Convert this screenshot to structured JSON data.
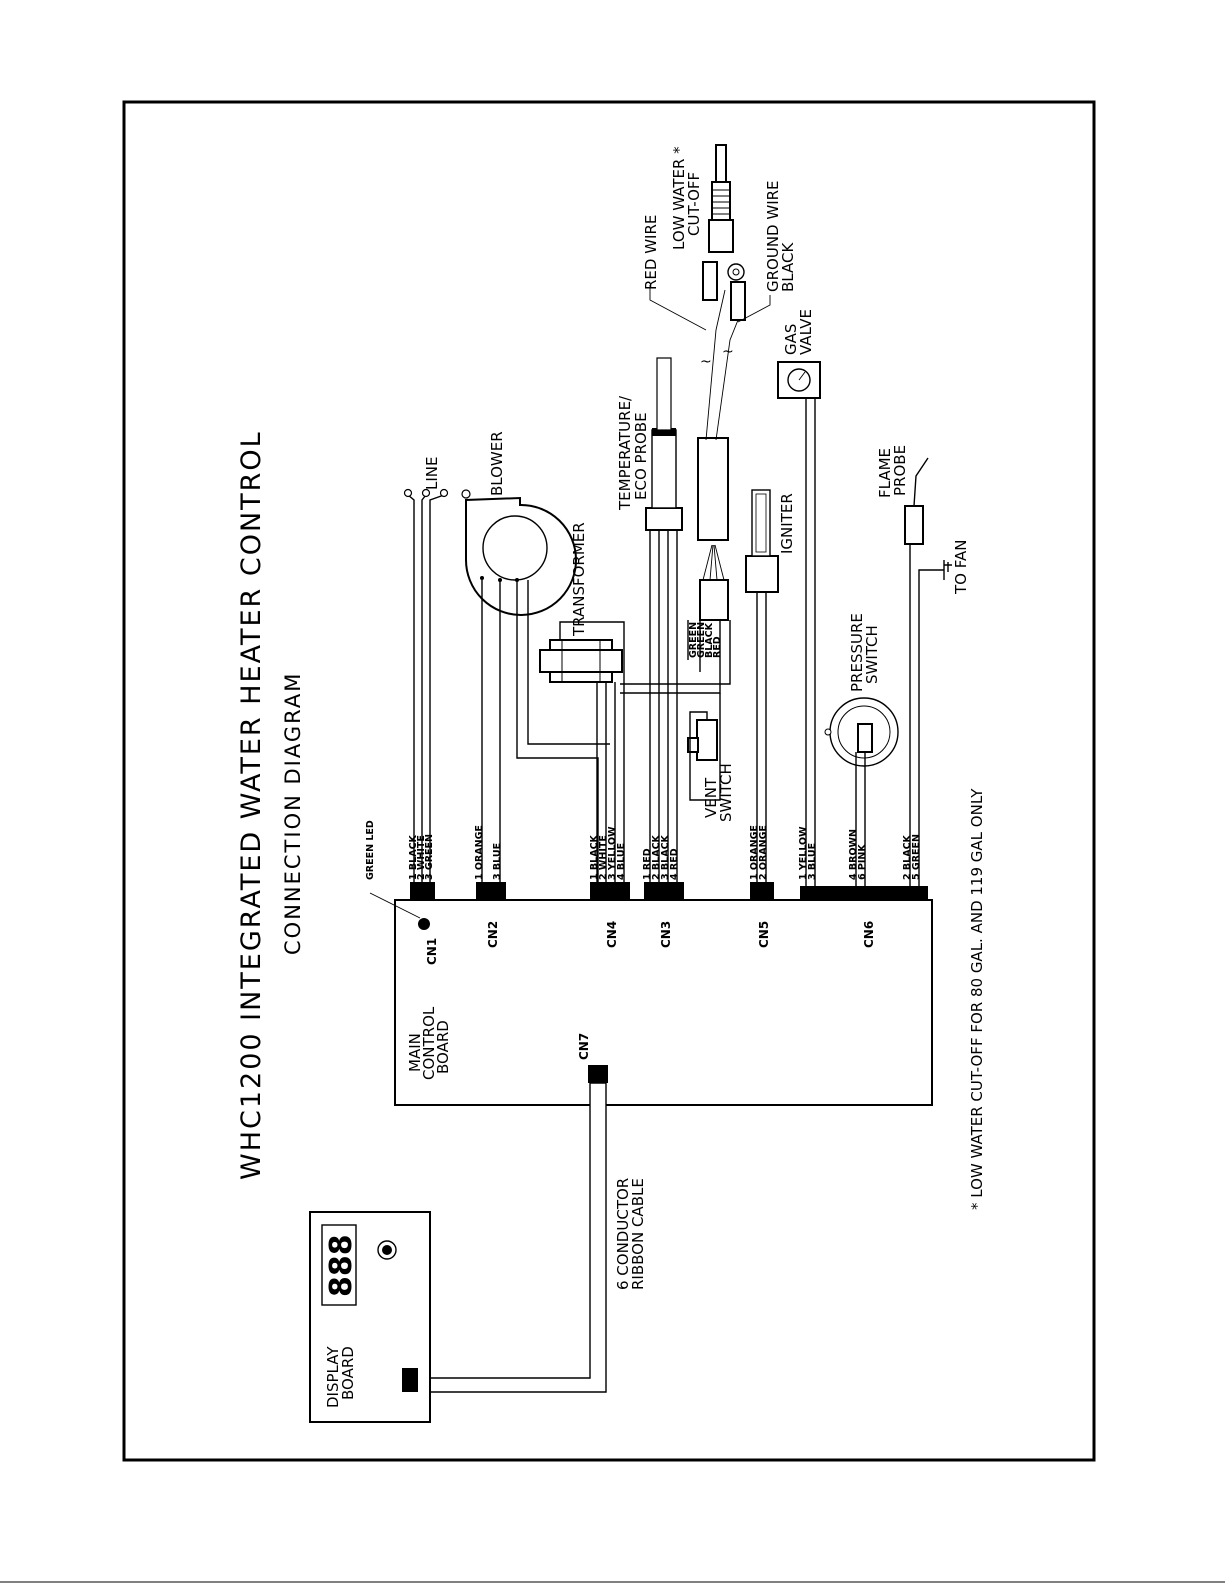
{
  "title": "WHC1200 INTEGRATED WATER HEATER CONTROL",
  "subtitle": "CONNECTION DIAGRAM",
  "main_board": [
    "MAIN",
    "CONTROL",
    "BOARD"
  ],
  "display_board": [
    "DISPLAY",
    "BOARD"
  ],
  "display_digits": "888",
  "ribbon_cable": [
    "6 CONDUCTOR",
    "RIBBON CABLE"
  ],
  "green_led": "GREEN LED",
  "connectors": {
    "cn1": "CN1",
    "cn2": "CN2",
    "cn3": "CN3",
    "cn4": "CN4",
    "cn5": "CN5",
    "cn6": "CN6",
    "cn7": "CN7"
  },
  "pins": {
    "cn1": [
      "1 BLACK",
      "2 WHITE",
      "3 GREEN"
    ],
    "cn2": [
      "1 ORANGE",
      "3 BLUE"
    ],
    "cn4": [
      "1 BLACK",
      "2 WHITE",
      "3 YELLOW",
      "4 BLUE"
    ],
    "cn3": [
      "1 RED",
      "2 BLACK",
      "3 BLACK",
      "4 RED"
    ],
    "cn5": [
      "1 ORANGE",
      "2 ORANGE"
    ],
    "cn6a": [
      "1 YELLOW",
      "3 BLUE"
    ],
    "cn6b": [
      "4 BROWN",
      "6 PINK"
    ],
    "cn6c": [
      "2 BLACK",
      "5 GREEN"
    ]
  },
  "probe_wires": [
    "GREEN",
    "GREEN",
    "BLACK",
    "RED"
  ],
  "components": {
    "line": "LINE",
    "blower": "BLOWER",
    "transformer": "TRANSFORMER",
    "temp_probe": [
      "TEMPERATURE/",
      "ECO PROBE"
    ],
    "vent_switch": [
      "VENT",
      "SWITCH"
    ],
    "igniter": "IGNITER",
    "pressure_switch": [
      "PRESSURE",
      "SWITCH"
    ],
    "flame_probe": [
      "FLAME",
      "PROBE"
    ],
    "to_fan": "TO FAN",
    "gas_valve": [
      "GAS",
      "VALVE"
    ],
    "red_wire": "RED WIRE",
    "low_water": [
      "LOW WATER *",
      "CUT-OFF"
    ],
    "ground_wire": [
      "GROUND WIRE",
      "BLACK"
    ]
  },
  "footnote": "* LOW WATER CUT-OFF FOR 80 GAL. AND 119 GAL ONLY"
}
